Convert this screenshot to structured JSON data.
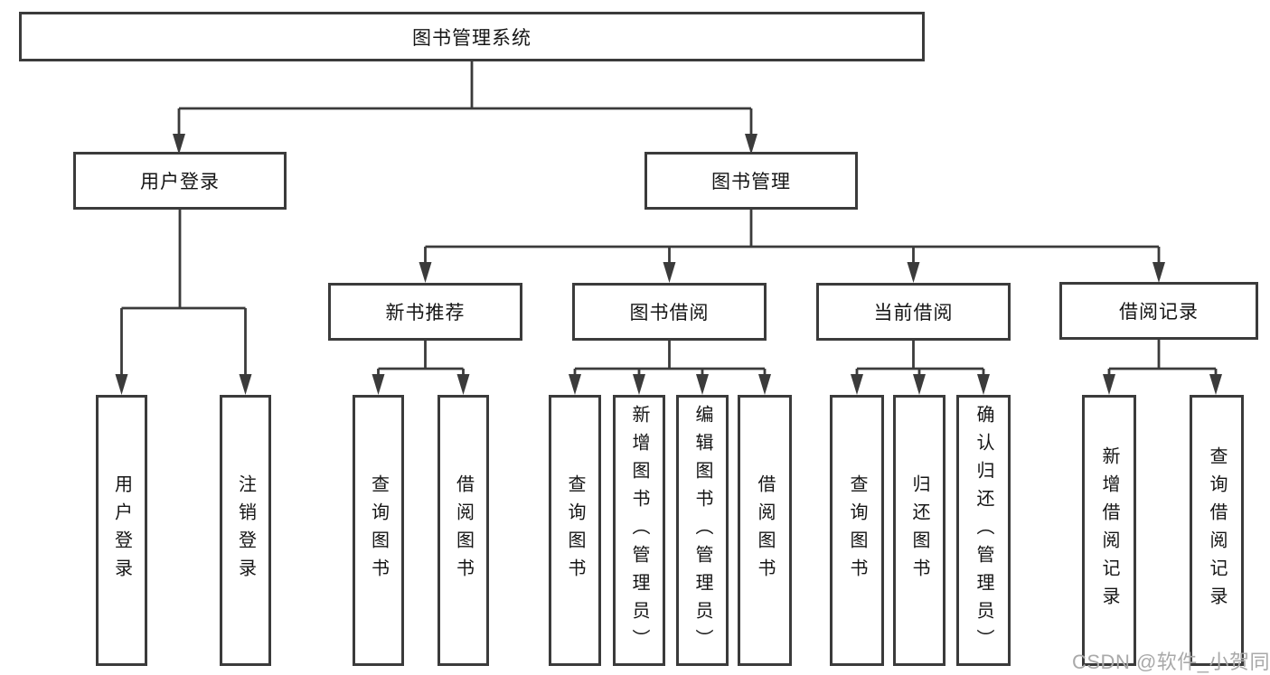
{
  "tree": {
    "root": {
      "label": "图书管理系统",
      "children": [
        {
          "label": "用户登录",
          "children": [
            {
              "label": "用户登录"
            },
            {
              "label": "注销登录"
            }
          ]
        },
        {
          "label": "图书管理",
          "children": [
            {
              "label": "新书推荐",
              "children": [
                {
                  "label": "查询图书"
                },
                {
                  "label": "借阅图书"
                }
              ]
            },
            {
              "label": "图书借阅",
              "children": [
                {
                  "label": "查询图书"
                },
                {
                  "label": "新增图书（管理员）"
                },
                {
                  "label": "编辑图书（管理员）"
                },
                {
                  "label": "借阅图书"
                }
              ]
            },
            {
              "label": "当前借阅",
              "children": [
                {
                  "label": "查询图书"
                },
                {
                  "label": "归还图书"
                },
                {
                  "label": "确认归还（管理员）"
                }
              ]
            },
            {
              "label": "借阅记录",
              "children": [
                {
                  "label": "新增借阅记录"
                },
                {
                  "label": "查询借阅记录"
                }
              ]
            }
          ]
        }
      ]
    }
  },
  "watermark": {
    "label": "CSDN @软件_小贺同学"
  },
  "colors": {
    "line": "#3b3b3b",
    "box_border": "#3b3b3b",
    "box_fill": "#ffffff",
    "text": "#151515",
    "watermark": "#a9a9a9",
    "background": "#ffffff"
  }
}
